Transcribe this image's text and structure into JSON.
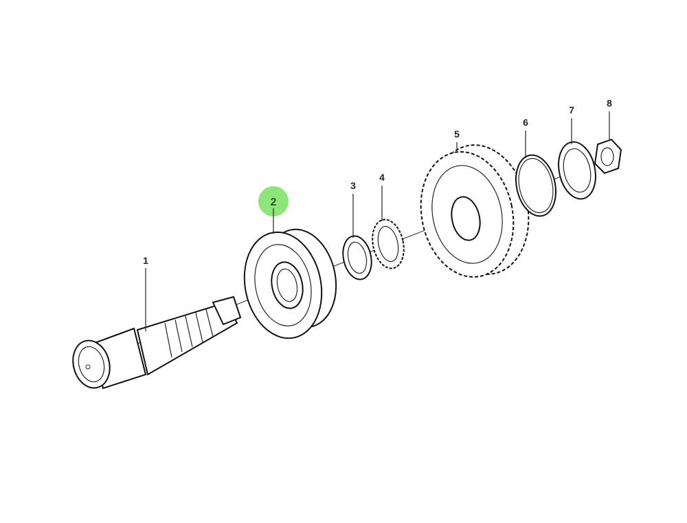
{
  "diagram": {
    "highlight_color": "#8de67a",
    "highlighted_part": "2",
    "callouts": [
      {
        "label": "1"
      },
      {
        "label": "2"
      },
      {
        "label": "3"
      },
      {
        "label": "4"
      },
      {
        "label": "5"
      },
      {
        "label": "6"
      },
      {
        "label": "7"
      },
      {
        "label": "8"
      }
    ]
  }
}
